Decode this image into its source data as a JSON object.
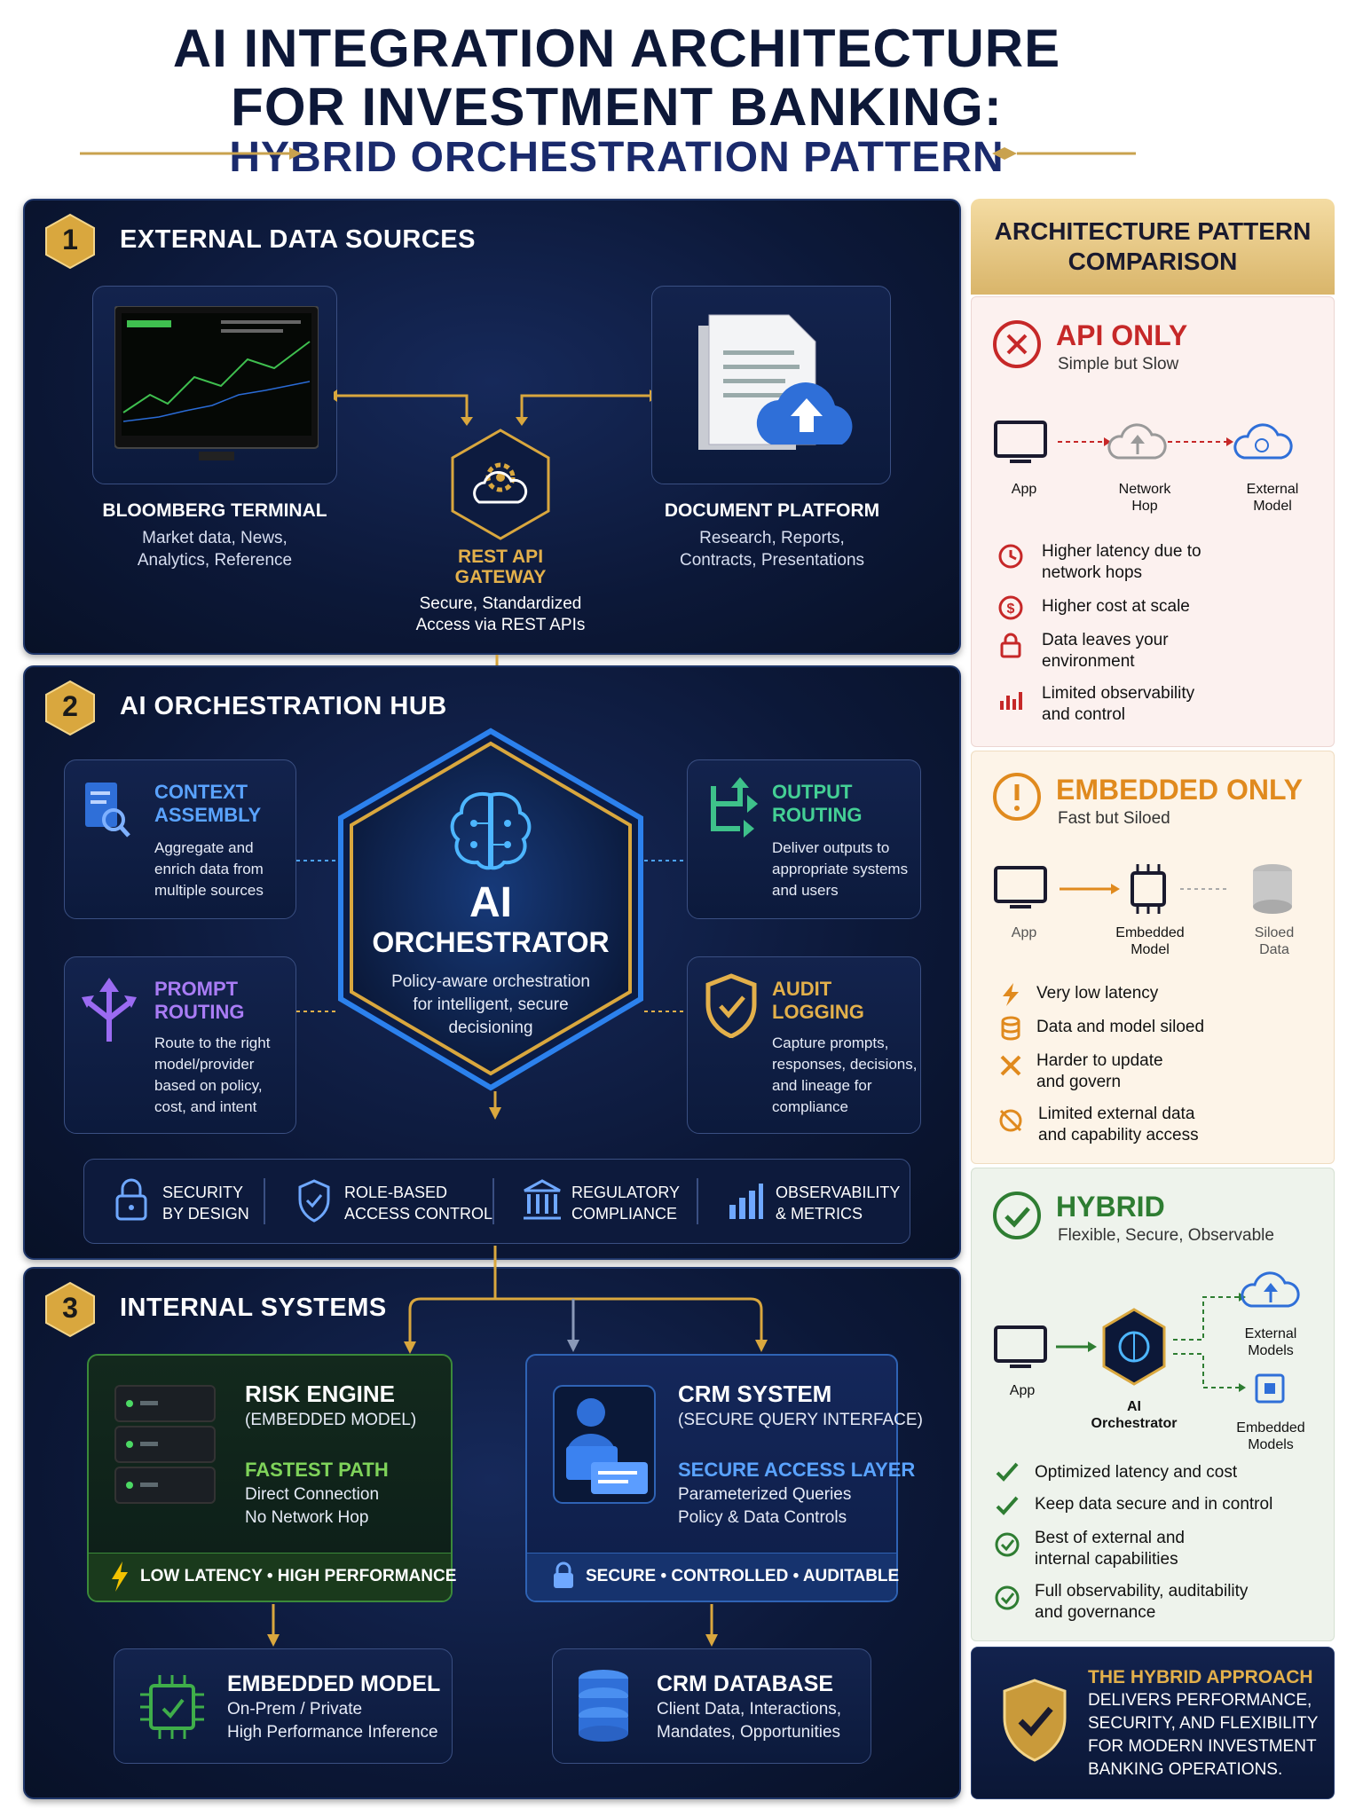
{
  "header": {
    "line1": "AI INTEGRATION ARCHITECTURE",
    "line2": "FOR INVESTMENT BANKING:",
    "line3": "HYBRID ORCHESTRATION PATTERN"
  },
  "section1": {
    "number": "1",
    "title": "EXTERNAL DATA SOURCES",
    "bloomberg": {
      "title": "BLOOMBERG TERMINAL",
      "desc1": "Market data, News,",
      "desc2": "Analytics, Reference"
    },
    "gateway": {
      "title1": "REST API",
      "title2": "GATEWAY",
      "desc1": "Secure, Standardized",
      "desc2": "Access via REST APIs"
    },
    "document": {
      "title": "DOCUMENT PLATFORM",
      "desc1": "Research, Reports,",
      "desc2": "Contracts, Presentations"
    }
  },
  "section2": {
    "number": "2",
    "title": "AI ORCHESTRATION HUB",
    "context": {
      "title1": "CONTEXT",
      "title2": "ASSEMBLY",
      "d1": "Aggregate and",
      "d2": "enrich data from",
      "d3": "multiple sources"
    },
    "prompt": {
      "title1": "PROMPT",
      "title2": "ROUTING",
      "d1": "Route to the right",
      "d2": "model/provider",
      "d3": "based on policy,",
      "d4": "cost, and intent"
    },
    "output": {
      "title1": "OUTPUT",
      "title2": "ROUTING",
      "d1": "Deliver outputs to",
      "d2": "appropriate systems",
      "d3": "and users"
    },
    "audit": {
      "title1": "AUDIT",
      "title2": "LOGGING",
      "d1": "Capture prompts,",
      "d2": "responses, decisions,",
      "d3": "and lineage for",
      "d4": "compliance"
    },
    "orchestrator": {
      "title1": "AI",
      "title2": "ORCHESTRATOR",
      "d1": "Policy-aware orchestration",
      "d2": "for intelligent, secure",
      "d3": "decisioning"
    },
    "features": [
      {
        "l1": "SECURITY",
        "l2": "BY DESIGN"
      },
      {
        "l1": "ROLE-BASED",
        "l2": "ACCESS CONTROL"
      },
      {
        "l1": "REGULATORY",
        "l2": "COMPLIANCE"
      },
      {
        "l1": "OBSERVABILITY",
        "l2": "& METRICS"
      }
    ]
  },
  "section3": {
    "number": "3",
    "title": "INTERNAL SYSTEMS",
    "risk": {
      "title": "RISK ENGINE",
      "sub": "(EMBEDDED MODEL)",
      "path": "FASTEST PATH",
      "d1": "Direct Connection",
      "d2": "No Network Hop",
      "footer": "LOW LATENCY • HIGH PERFORMANCE"
    },
    "crm": {
      "title": "CRM SYSTEM",
      "sub": "(SECURE QUERY INTERFACE)",
      "path": "SECURE ACCESS LAYER",
      "d1": "Parameterized Queries",
      "d2": "Policy & Data Controls",
      "footer": "SECURE • CONTROLLED • AUDITABLE"
    },
    "embedded": {
      "title": "EMBEDDED MODEL",
      "d1": "On-Prem / Private",
      "d2": "High Performance Inference"
    },
    "crmdb": {
      "title": "CRM DATABASE",
      "d1": "Client Data, Interactions,",
      "d2": "Mandates, Opportunities"
    }
  },
  "comparison": {
    "header1": "ARCHITECTURE PATTERN",
    "header2": "COMPARISON",
    "api": {
      "title": "API ONLY",
      "sub": "Simple but Slow",
      "labels": {
        "app": "App",
        "net1": "Network",
        "net2": "Hop",
        "ext1": "External",
        "ext2": "Model"
      },
      "points": [
        {
          "l1": "Higher latency due to",
          "l2": "network hops"
        },
        {
          "l1": "Higher cost at scale",
          "l2": ""
        },
        {
          "l1": "Data leaves your",
          "l2": "environment"
        },
        {
          "l1": "Limited observability",
          "l2": "and control"
        }
      ]
    },
    "embedded": {
      "title": "EMBEDDED ONLY",
      "sub": "Fast but Siloed",
      "labels": {
        "app": "App",
        "emb1": "Embedded",
        "emb2": "Model",
        "sil1": "Siloed",
        "sil2": "Data"
      },
      "points": [
        {
          "l1": "Very low latency",
          "l2": ""
        },
        {
          "l1": "Data and model siloed",
          "l2": ""
        },
        {
          "l1": "Harder to update",
          "l2": "and govern"
        },
        {
          "l1": "Limited external data",
          "l2": "and capability access"
        }
      ]
    },
    "hybrid": {
      "title": "HYBRID",
      "sub": "Flexible, Secure, Observable",
      "labels": {
        "app": "App",
        "ai1": "AI",
        "ai2": "Orchestrator",
        "ext1": "External",
        "ext2": "Models",
        "emb1": "Embedded",
        "emb2": "Models"
      },
      "points": [
        {
          "l1": "Optimized latency and cost",
          "l2": ""
        },
        {
          "l1": "Keep data secure and in control",
          "l2": ""
        },
        {
          "l1": "Best of external and",
          "l2": "internal capabilities"
        },
        {
          "l1": "Full observability, auditability",
          "l2": "and governance"
        }
      ]
    },
    "summary": {
      "l1": "THE HYBRID APPROACH",
      "l2": "DELIVERS PERFORMANCE,",
      "l3": "SECURITY, AND FLEXIBILITY",
      "l4": "FOR MODERN INVESTMENT",
      "l5": "BANKING OPERATIONS."
    }
  },
  "colors": {
    "navy": "#0c1838",
    "gold": "#e3b04b",
    "red": "#c62828",
    "orange": "#e08a1e",
    "green": "#2e7d32",
    "cyan": "#4db6ff"
  }
}
